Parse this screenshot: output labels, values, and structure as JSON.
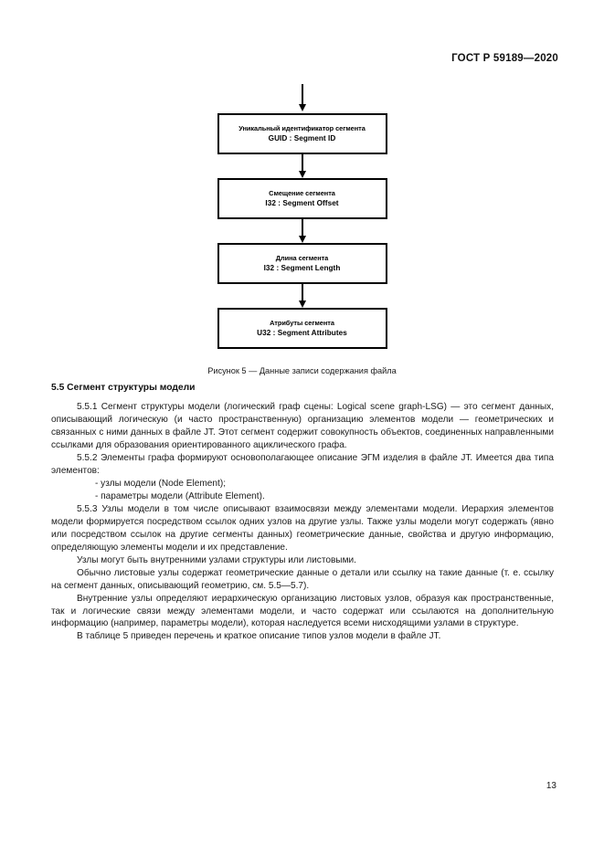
{
  "header": {
    "standard": "ГОСТ Р 59189—2020"
  },
  "figure": {
    "caption": "Рисунок 5 — Данные записи содержания файла",
    "boxes": [
      {
        "ru": "Уникальный идентификатор сегмента",
        "en": "GUID : Segment ID"
      },
      {
        "ru": "Смещение сегмента",
        "en": "I32 : Segment Offset"
      },
      {
        "ru": "Длина сегмента",
        "en": "I32 : Segment Length"
      },
      {
        "ru": "Атрибуты сегмента",
        "en": "U32 : Segment Attributes"
      }
    ]
  },
  "section": {
    "heading": "5.5 Сегмент структуры модели",
    "p551": "5.5.1 Сегмент структуры модели (логический граф сцены: Logical scene graph-LSG) — это сегмент данных, описывающий логическую (и часто пространственную) организацию элементов модели — геометрических и связанных с ними данных в файле JT. Этот сегмент содержит совокупность объектов, соединенных направленными ссылками для образования ориентированного ациклического графа.",
    "p552": "5.5.2 Элементы графа формируют основополагающее описание ЭГМ изделия в файле JT. Имеется два типа элементов:",
    "bullets": [
      "- узлы модели (Node Element);",
      "- параметры модели (Attribute Element)."
    ],
    "p553": "5.5.3 Узлы модели в том числе описывают взаимосвязи между элементами модели. Иерархия элементов модели формируется посредством ссылок одних узлов на другие узлы. Также узлы модели могут содержать (явно или посредством ссылок на другие сегменты данных) геометрические данные, свойства и другую информацию, определяющую элементы модели и их представление.",
    "p554": "Узлы могут быть внутренними узлами структуры или листовыми.",
    "p555": "Обычно листовые узлы содержат геометрические данные о детали или ссылку на такие данные (т. е. ссылку на сегмент данных, описывающий геометрию, см. 5.5—5.7).",
    "p556": "Внутренние узлы определяют иерархическую организацию листовых узлов, образуя как пространственные, так и логические связи между элементами модели, и часто содержат или ссылаются на дополнительную информацию (например, параметры модели), которая наследуется всеми нисходящими узлами в структуре.",
    "p557": "В таблице 5 приведен перечень и краткое описание типов узлов модели в файле JT."
  },
  "footer": {
    "page_number": "13"
  }
}
